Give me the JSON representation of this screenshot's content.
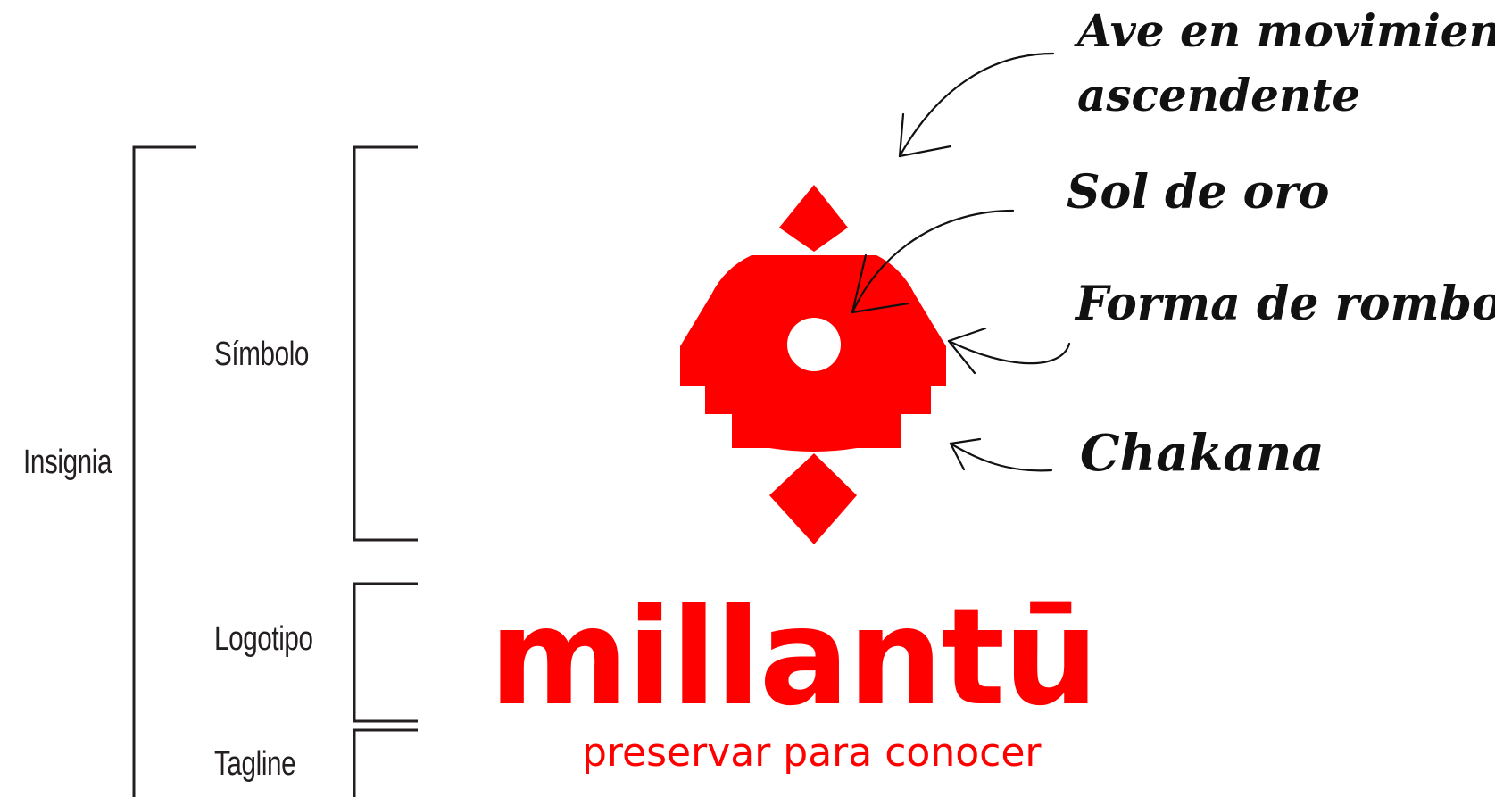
{
  "colors": {
    "brand_red": "#ff0000",
    "ink": "#231f20"
  },
  "brackets": {
    "insignia": "Insignia",
    "simbolo": "Símbolo",
    "logotipo": "Logotipo",
    "tagline": "Tagline"
  },
  "annotations": {
    "ave_line1": "Ave en movimiento",
    "ave_line2": "ascendente",
    "sol": "Sol de oro",
    "forma": "Forma de rombo",
    "chakana": "Chakana"
  },
  "brand": {
    "name": "millantū",
    "tagline": "preservar para conocer"
  },
  "icons": [
    "bird-top-diamond-icon",
    "sun-circle-icon",
    "chakana-body-icon",
    "bottom-diamond-icon",
    "arrow-icon"
  ]
}
